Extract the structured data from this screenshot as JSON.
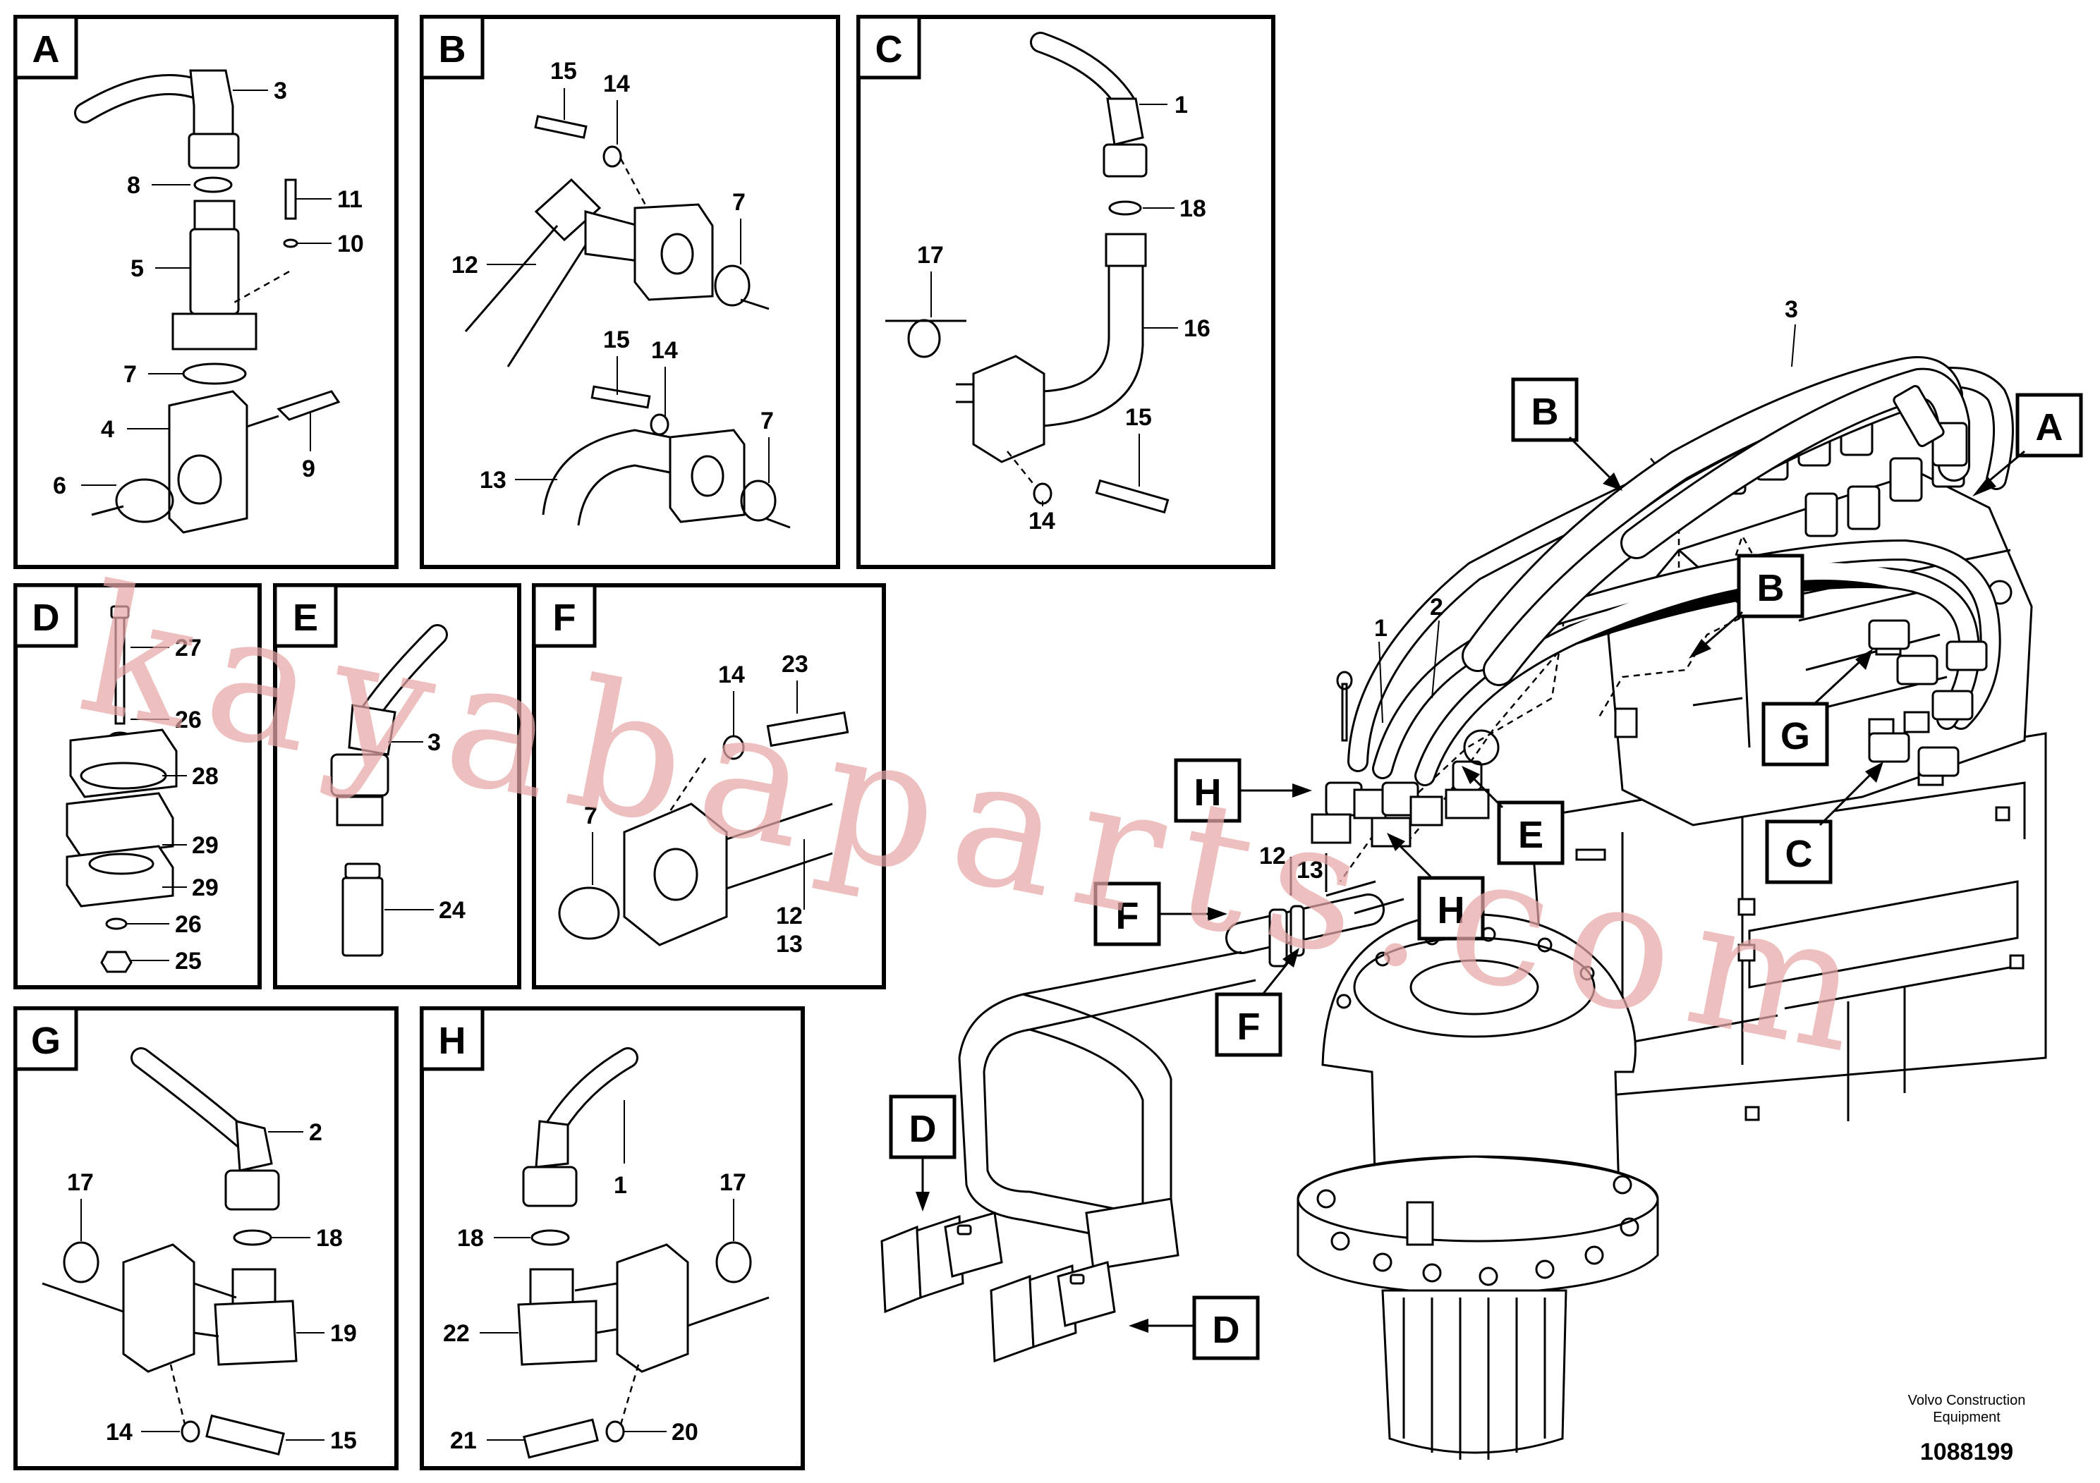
{
  "panels": {
    "a": {
      "tag": "A",
      "callouts": [
        "3",
        "8",
        "5",
        "11",
        "10",
        "7",
        "4",
        "9",
        "6"
      ]
    },
    "b": {
      "tag": "B",
      "callouts": [
        "15",
        "14",
        "7",
        "12",
        "15",
        "14",
        "7",
        "13"
      ]
    },
    "c": {
      "tag": "C",
      "callouts": [
        "1",
        "18",
        "17",
        "16",
        "15",
        "14"
      ]
    },
    "d": {
      "tag": "D",
      "callouts": [
        "27",
        "26",
        "28",
        "29",
        "29",
        "26",
        "25"
      ]
    },
    "e": {
      "tag": "E",
      "callouts": [
        "3",
        "24"
      ]
    },
    "f": {
      "tag": "F",
      "callouts": [
        "14",
        "23",
        "7",
        "12",
        "13"
      ]
    },
    "g": {
      "tag": "G",
      "callouts": [
        "2",
        "17",
        "18",
        "19",
        "14",
        "15"
      ]
    },
    "h": {
      "tag": "H",
      "callouts": [
        "1",
        "18",
        "17",
        "22",
        "21",
        "20"
      ]
    }
  },
  "main": {
    "labels": [
      "A",
      "B",
      "B",
      "C",
      "D",
      "D",
      "E",
      "F",
      "F",
      "G",
      "H",
      "H"
    ],
    "callouts": [
      "3",
      "1",
      "2",
      "12",
      "13"
    ]
  },
  "reference": {
    "company": "Volvo Construction",
    "company_line2": "Equipment",
    "number": "1088199"
  },
  "watermark": "kayabaparts.com",
  "colors": {
    "line": "#000000",
    "background": "#ffffff",
    "watermark": "#e8a7a7"
  }
}
